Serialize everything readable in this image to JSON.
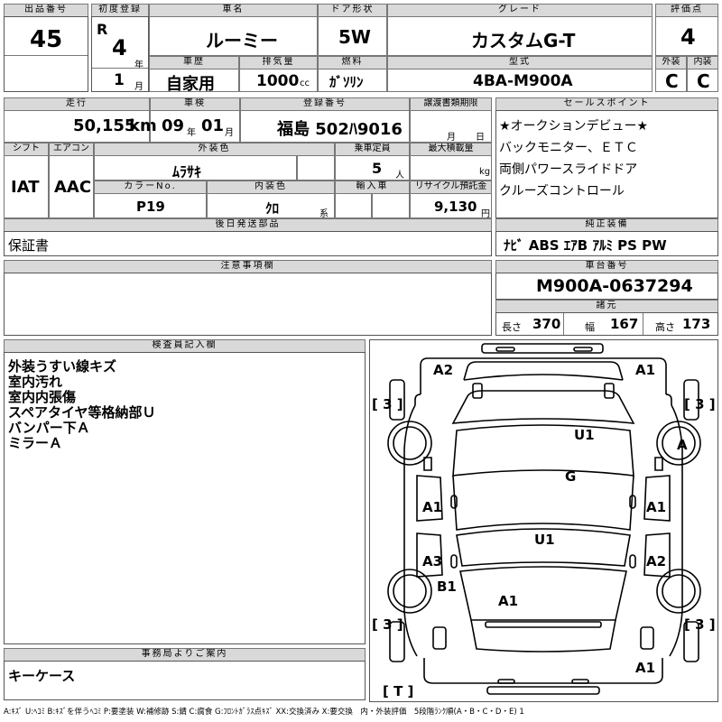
{
  "lot": {
    "label": "出品番号",
    "value": "45"
  },
  "first_reg": {
    "label": "初度登録",
    "era": "R",
    "year": "4",
    "year_unit": "年",
    "month": "1",
    "month_unit": "月"
  },
  "car_name": {
    "label": "車名",
    "value": "ルーミー"
  },
  "door": {
    "label": "ドア形状",
    "value": "5W"
  },
  "grade": {
    "label": "グレード",
    "value": "カスタムG-T"
  },
  "score": {
    "label": "評価点",
    "value": "4"
  },
  "history": {
    "label": "車歴",
    "value": "自家用"
  },
  "displacement": {
    "label": "排気量",
    "value": "1000",
    "unit": "cc"
  },
  "fuel": {
    "label": "燃料",
    "value": "ｶﾞｿﾘﾝ"
  },
  "model": {
    "label": "型式",
    "value": "4BA-M900A"
  },
  "exterior_grade": {
    "label": "外装",
    "value": "C"
  },
  "interior_grade": {
    "label": "内装",
    "value": "C"
  },
  "mileage": {
    "label": "走行",
    "value": "50,155",
    "unit": "km"
  },
  "inspection": {
    "label": "車検",
    "year": "09",
    "year_unit": "年",
    "month": "01",
    "month_unit": "月"
  },
  "plate": {
    "label": "登録番号",
    "value": "福島 502ﾊ9016"
  },
  "transfer": {
    "label": "譲渡書類期限",
    "month_unit": "月",
    "day_unit": "日"
  },
  "sales_points": {
    "label": "セールスポイント",
    "items": [
      "★オークションデビュー★",
      "バックモニター、ＥＴＣ",
      "両側パワースライドドア",
      "クルーズコントロール"
    ]
  },
  "shift": {
    "label": "シフト",
    "value": "IAT"
  },
  "aircon": {
    "label": "エアコン",
    "value": "AAC"
  },
  "ext_color": {
    "label": "外装色",
    "value": "ﾑﾗｻｷ"
  },
  "capacity": {
    "label": "乗車定員",
    "value": "5",
    "unit": "人"
  },
  "max_load": {
    "label": "最大積載量",
    "unit": "kg"
  },
  "color_no": {
    "label": "カラーNo.",
    "value": "P19"
  },
  "int_color": {
    "label": "内装色",
    "value": "ｸﾛ",
    "unit": "系"
  },
  "import": {
    "label": "輸入車"
  },
  "recycle": {
    "label": "リサイクル預託金",
    "value": "9,130",
    "unit": "円"
  },
  "later_parts": {
    "label": "後日発送部品",
    "value": "保証書"
  },
  "genuine": {
    "label": "純正装備",
    "value": "ﾅﾋﾞ ABS ｴｱB ｱﾙﾐ PS PW"
  },
  "notes": {
    "label": "注意事項欄"
  },
  "chassis": {
    "label": "車台番号",
    "value": "M900A-0637294"
  },
  "specs": {
    "label": "諸元",
    "length_label": "長さ",
    "length": "370",
    "width_label": "幅",
    "width": "167",
    "height_label": "高さ",
    "height": "173"
  },
  "inspector": {
    "label": "検査員記入欄",
    "lines": [
      "外装うすい線キズ",
      "室内汚れ",
      "室内内張傷",
      "スペアタイヤ等格納部Ｕ",
      "バンパー下Ａ",
      "ミラーＡ"
    ]
  },
  "office": {
    "label": "事務局よりご案内",
    "value": "キーケース"
  },
  "legend": "A:ｷｽﾞ U:ﾍｺﾐ B:ｷｽﾞを伴うﾍｺﾐ P:要塗装 W:補修跡 S:錆 C:腐食 G:ﾌﾛﾝﾄｶﾞﾗｽ点ｷｽﾞ XX:交換済み X:要交換　内・外装評価　5段階ﾗﾝｸ順(A・B・C・D・E) 1",
  "diagram": {
    "tire_fl": "[ 3 ]",
    "tire_fr": "[ 3 ]",
    "tire_rl": "[ 3 ]",
    "tire_rr": "[ 3 ]",
    "tire_spare": "[ T ]",
    "marks": {
      "front_left": "A2",
      "front_right": "A1",
      "roof": "U1",
      "windshield": "G",
      "left_front_door": "A1",
      "right_front_door": "A1",
      "center": "U1",
      "left_rear_door": "A3",
      "right_rear_door": "A2",
      "left_rear_fender": "B1",
      "rear_gate": "A1",
      "mirror": "A",
      "rear_bumper": "A1"
    }
  }
}
